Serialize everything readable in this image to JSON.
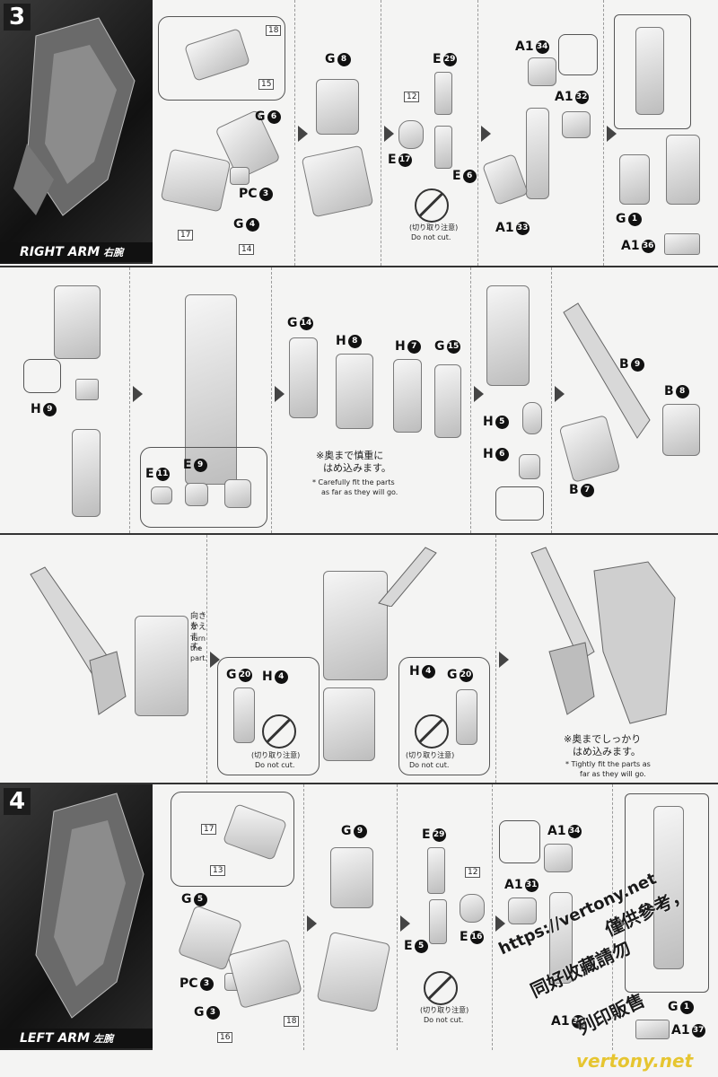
{
  "steps": [
    {
      "number": "3",
      "arm_label_en": "RIGHT ARM",
      "arm_label_jp": "右腕"
    },
    {
      "number": "4",
      "arm_label_en": "LEFT ARM",
      "arm_label_jp": "左腕"
    }
  ],
  "row1": {
    "tags": [
      "18",
      "15",
      "17",
      "14",
      "12"
    ],
    "labels": {
      "g6": "G",
      "g6n": "6",
      "pc3": "PC",
      "pc3n": "3",
      "g4": "G",
      "g4n": "4",
      "g8": "G",
      "g8n": "8",
      "e29": "E",
      "e29n": "29",
      "e17": "E",
      "e17n": "17",
      "e6": "E",
      "e6n": "6",
      "a134": "A1",
      "a134n": "34",
      "a132": "A1",
      "a132n": "32",
      "a133": "A1",
      "a133n": "33",
      "g1": "G",
      "g1n": "1",
      "a136": "A1",
      "a136n": "36"
    },
    "nocut_jp": "(切り取り注意)",
    "nocut_en": "Do not cut."
  },
  "row2": {
    "labels": {
      "h9": "H",
      "h9n": "9",
      "e11": "E",
      "e11n": "11",
      "e9": "E",
      "e9n": "9",
      "g14": "G",
      "g14n": "14",
      "h8": "H",
      "h8n": "8",
      "h7": "H",
      "h7n": "7",
      "g15": "G",
      "g15n": "15",
      "h5": "H",
      "h5n": "5",
      "h6": "H",
      "h6n": "6",
      "b9": "B",
      "b9n": "9",
      "b8": "B",
      "b8n": "8",
      "b7": "B",
      "b7n": "7"
    },
    "note_jp_1": "※奥まで慎重に",
    "note_jp_2": "はめ込みます。",
    "note_en_1": "* Carefully fit the parts",
    "note_en_2": "as far as they will go."
  },
  "row3": {
    "turn_jp_1": "向きを",
    "turn_jp_2": "かえます。",
    "turn_en": "Turn the part.",
    "labels": {
      "g20a": "G",
      "g20an": "20",
      "h4a": "H",
      "h4an": "4",
      "h4b": "H",
      "h4bn": "4",
      "g20b": "G",
      "g20bn": "20"
    },
    "nocut_jp": "(切り取り注意)",
    "nocut_en": "Do not cut.",
    "tight_jp_1": "※奥までしっかり",
    "tight_jp_2": "はめ込みます。",
    "tight_en_1": "* Tightly fit the parts as",
    "tight_en_2": "far as they will go."
  },
  "row4": {
    "tags": [
      "17",
      "13",
      "16",
      "18",
      "12"
    ],
    "labels": {
      "g5": "G",
      "g5n": "5",
      "pc3": "PC",
      "pc3n": "3",
      "g3": "G",
      "g3n": "3",
      "g9": "G",
      "g9n": "9",
      "e29": "E",
      "e29n": "29",
      "e5": "E",
      "e5n": "5",
      "e16": "E",
      "e16n": "16",
      "a134": "A1",
      "a134n": "34",
      "a131": "A1",
      "a131n": "31",
      "a130": "A1",
      "a130n": "30",
      "g1": "G",
      "g1n": "1",
      "a137": "A1",
      "a137n": "37"
    },
    "nocut_jp": "(切り取り注意)",
    "nocut_en": "Do not cut."
  },
  "watermark": {
    "url": "https://vertony.net",
    "cn_1": "僅供參考，",
    "cn_2": "同好收藏請勿",
    "cn_3": "列印販售",
    "footer": "vertony.net"
  }
}
